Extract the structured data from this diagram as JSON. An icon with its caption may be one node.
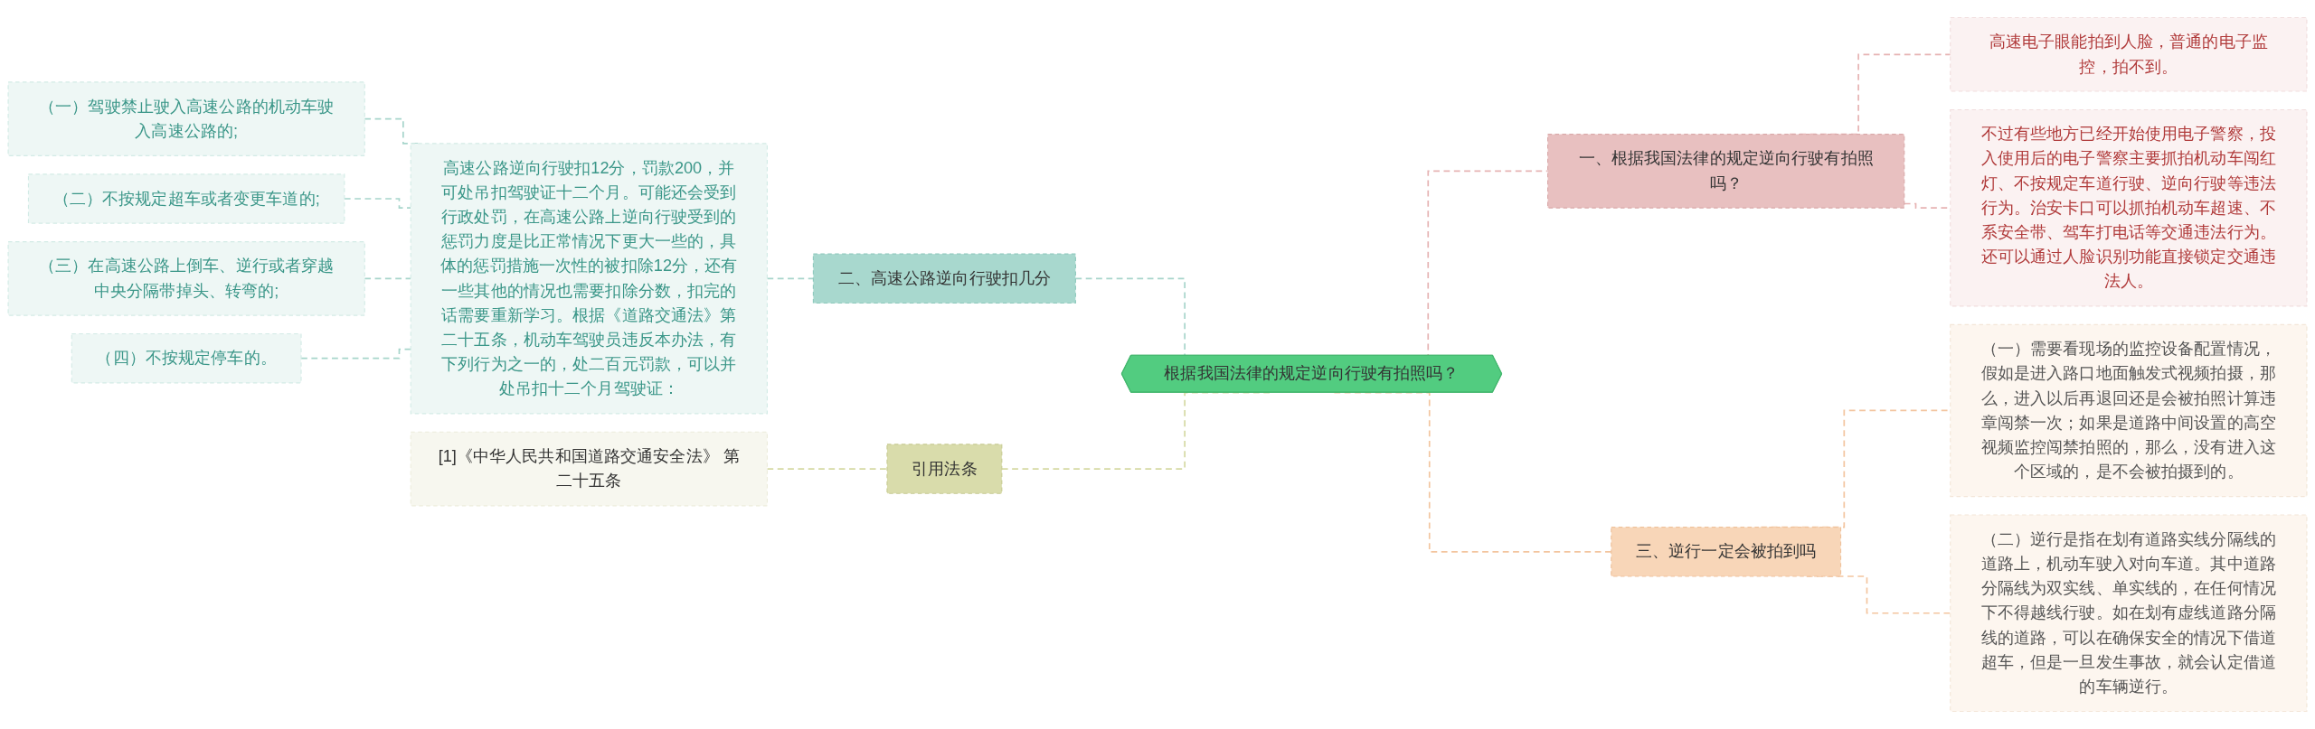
{
  "diagram": {
    "nodes": [
      {
        "text": [
          "（一）驾驶禁止驶入高速公路的机动车驶入高速公路的;"
        ]
      },
      {
        "text": [
          "（二）不按规定超车或者变更车道的;"
        ]
      },
      {
        "text": [
          "（三）在高速公路上倒车、逆行或者穿越中央分隔带掉头、转弯的;"
        ]
      },
      {
        "text": [
          "（四）不按规定停车的。"
        ]
      },
      {
        "text": [
          "高速公路逆向行驶扣12分，罚款200，并可处吊扣驾驶证十二个月。可能还会受到行政处罚，在高速公路上逆向行驶受到的惩罚力度是比正常情况下更大一些的，具体的惩罚措施一次性的被扣除12分，还有一些其他的情况也需要扣除分数，扣完的话需要重新学习。根据《道路交通法》第二十五条，机动车驾驶员违反本办法，有下列行为之一的，处二百元罚款，可以并处吊扣十二个月驾驶证："
        ]
      },
      {
        "text": [
          "二、高速公路逆向行驶扣几分"
        ]
      },
      {
        "text": [
          "[1]《中华人民共和国道路交通安全法》 第二十五条"
        ]
      },
      {
        "text": [
          "引用法条"
        ]
      },
      {
        "text": [
          "根据我国法律的规定逆向行驶有拍照吗？"
        ]
      },
      {
        "text": [
          "一、根据我国法律的规定逆向行驶有拍照吗？"
        ]
      },
      {
        "text": [
          "高速电子眼能拍到人脸，普通的电子监控，拍不到。"
        ]
      },
      {
        "text": [
          "不过有些地方已经开始使用电子警察，投入使用后的电子警察主要抓拍机动车闯红灯、不按规定车道行驶、逆向行驶等违法行为。治安卡口可以抓拍机动车超速、不系安全带、驾车打电话等交通违法行为。还可以通过人脸识别功能直接锁定交通违法人。"
        ]
      },
      {
        "text": [
          "（一）需要看现场的监控设备配置情况，假如是进入路口地面触发式视频拍摄，那么，进入以后再退回还是会被拍照计算违章闯禁一次；如果是道路中间设置的高空视频监控闯禁拍照的，那么，没有进入这个区域的，是不会被拍摄到的。"
        ]
      },
      {
        "text": [
          "三、逆行一定会被拍到吗"
        ]
      },
      {
        "text": [
          "（二）逆行是指在划有道路实线分隔线的道路上，机动车驶入对向车道。其中道路分隔线为双实线、单实线的，在任何情况下不得越线行驶。如在划有虚线道路分隔线的道路，可以在确保安全的情况下借道超车，但是一旦发生事故，就会认定借道的车辆逆行。"
        ]
      }
    ],
    "edges": [
      {
        "from": 0,
        "to": 4,
        "arrow": "none",
        "style": "dashed"
      },
      {
        "from": 1,
        "to": 4,
        "arrow": "none",
        "style": "dashed"
      },
      {
        "from": 2,
        "to": 4,
        "arrow": "none",
        "style": "dashed"
      },
      {
        "from": 3,
        "to": 4,
        "arrow": "none",
        "style": "dashed"
      },
      {
        "from": 4,
        "to": 5,
        "arrow": "none",
        "style": "dashed"
      },
      {
        "from": 5,
        "to": 8,
        "arrow": "none",
        "style": "dashed"
      },
      {
        "from": 6,
        "to": 7,
        "arrow": "none",
        "style": "dashed",
        "color": "#d5d9a3"
      },
      {
        "from": 7,
        "to": 8,
        "arrow": "none",
        "style": "dashed",
        "color": "#d5d9a3"
      },
      {
        "from": 8,
        "to": 9,
        "arrow": "none",
        "style": "dashed",
        "color": "#e6b3b3"
      },
      {
        "from": 9,
        "to": 10,
        "arrow": "none",
        "style": "dashed",
        "color": "#e6b3b3"
      },
      {
        "from": 9,
        "to": 11,
        "arrow": "none",
        "style": "dashed",
        "color": "#e6b3b3"
      },
      {
        "from": 8,
        "to": 13,
        "arrow": "none",
        "style": "dashed",
        "color": "#f3c59f"
      },
      {
        "from": 13,
        "to": 12,
        "arrow": "none",
        "style": "dashed",
        "color": "#f3c59f"
      },
      {
        "from": 13,
        "to": 14,
        "arrow": "none",
        "style": "dashed",
        "color": "#f3c59f"
      }
    ]
  }
}
